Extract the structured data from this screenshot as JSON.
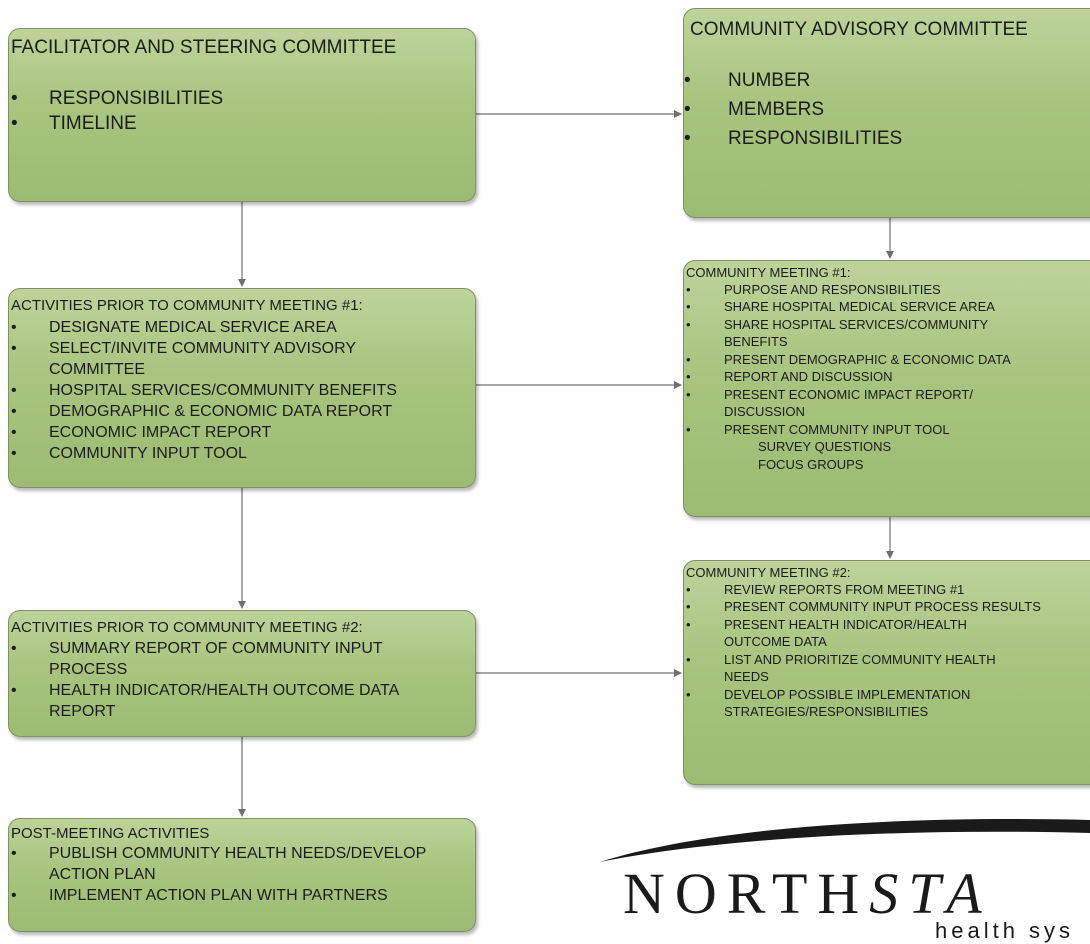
{
  "boxes": {
    "facilitator": {
      "title": "FACILITATOR AND STEERING COMMITTEE",
      "items": [
        "RESPONSIBILITIES",
        "TIMELINE"
      ]
    },
    "advisory": {
      "title": "COMMUNITY ADVISORY COMMITTEE",
      "items": [
        "NUMBER",
        "MEMBERS",
        "RESPONSIBILITIES"
      ]
    },
    "prior1": {
      "title": "ACTIVITIES PRIOR TO COMMUNITY MEETING #1:",
      "items": [
        [
          "DESIGNATE MEDICAL SERVICE AREA"
        ],
        [
          "SELECT/INVITE COMMUNITY ADVISORY",
          "COMMITTEE"
        ],
        [
          "HOSPITAL SERVICES/COMMUNITY BENEFITS"
        ],
        [
          "DEMOGRAPHIC & ECONOMIC DATA REPORT"
        ],
        [
          "ECONOMIC IMPACT REPORT"
        ],
        [
          "COMMUNITY INPUT TOOL"
        ]
      ]
    },
    "meeting1": {
      "title": "COMMUNITY MEETING #1:",
      "items": [
        [
          "PURPOSE AND RESPONSIBILITIES"
        ],
        [
          "SHARE HOSPITAL MEDICAL SERVICE AREA"
        ],
        [
          "SHARE HOSPITAL SERVICES/COMMUNITY",
          "BENEFITS"
        ],
        [
          "PRESENT DEMOGRAPHIC & ECONOMIC DATA"
        ],
        [
          "REPORT AND DISCUSSION"
        ],
        [
          "PRESENT ECONOMIC IMPACT REPORT/",
          "DISCUSSION"
        ],
        [
          "PRESENT COMMUNITY INPUT TOOL"
        ]
      ],
      "subitems": [
        "SURVEY QUESTIONS",
        "FOCUS GROUPS"
      ]
    },
    "prior2": {
      "title": "ACTIVITIES PRIOR TO COMMUNITY MEETING #2:",
      "items": [
        [
          "SUMMARY REPORT OF COMMUNITY INPUT",
          "PROCESS"
        ],
        [
          "HEALTH INDICATOR/HEALTH OUTCOME DATA",
          "REPORT"
        ]
      ]
    },
    "meeting2": {
      "title": "COMMUNITY MEETING #2:",
      "items": [
        [
          "REVIEW REPORTS FROM MEETING #1"
        ],
        [
          "PRESENT COMMUNITY INPUT PROCESS RESULTS"
        ],
        [
          "PRESENT HEALTH INDICATOR/HEALTH",
          "OUTCOME DATA"
        ],
        [
          "LIST AND PRIORITIZE COMMUNITY HEALTH",
          "NEEDS"
        ],
        [
          "DEVELOP POSSIBLE IMPLEMENTATION",
          "STRATEGIES/RESPONSIBILITIES"
        ]
      ]
    },
    "post": {
      "title": "POST-MEETING ACTIVITIES",
      "items": [
        [
          "PUBLISH COMMUNITY HEALTH NEEDS/DEVELOP",
          "ACTION PLAN"
        ],
        [
          "IMPLEMENT ACTION PLAN WITH PARTNERS"
        ]
      ]
    }
  },
  "bullet_glyph": "•",
  "logo": {
    "word_plain": "NORTH",
    "word_italic": "STA",
    "sub": "health sys"
  },
  "colors": {
    "box_fill": "#a8c47e",
    "box_border": "#7f8f66",
    "connector": "#6f6f6f"
  }
}
